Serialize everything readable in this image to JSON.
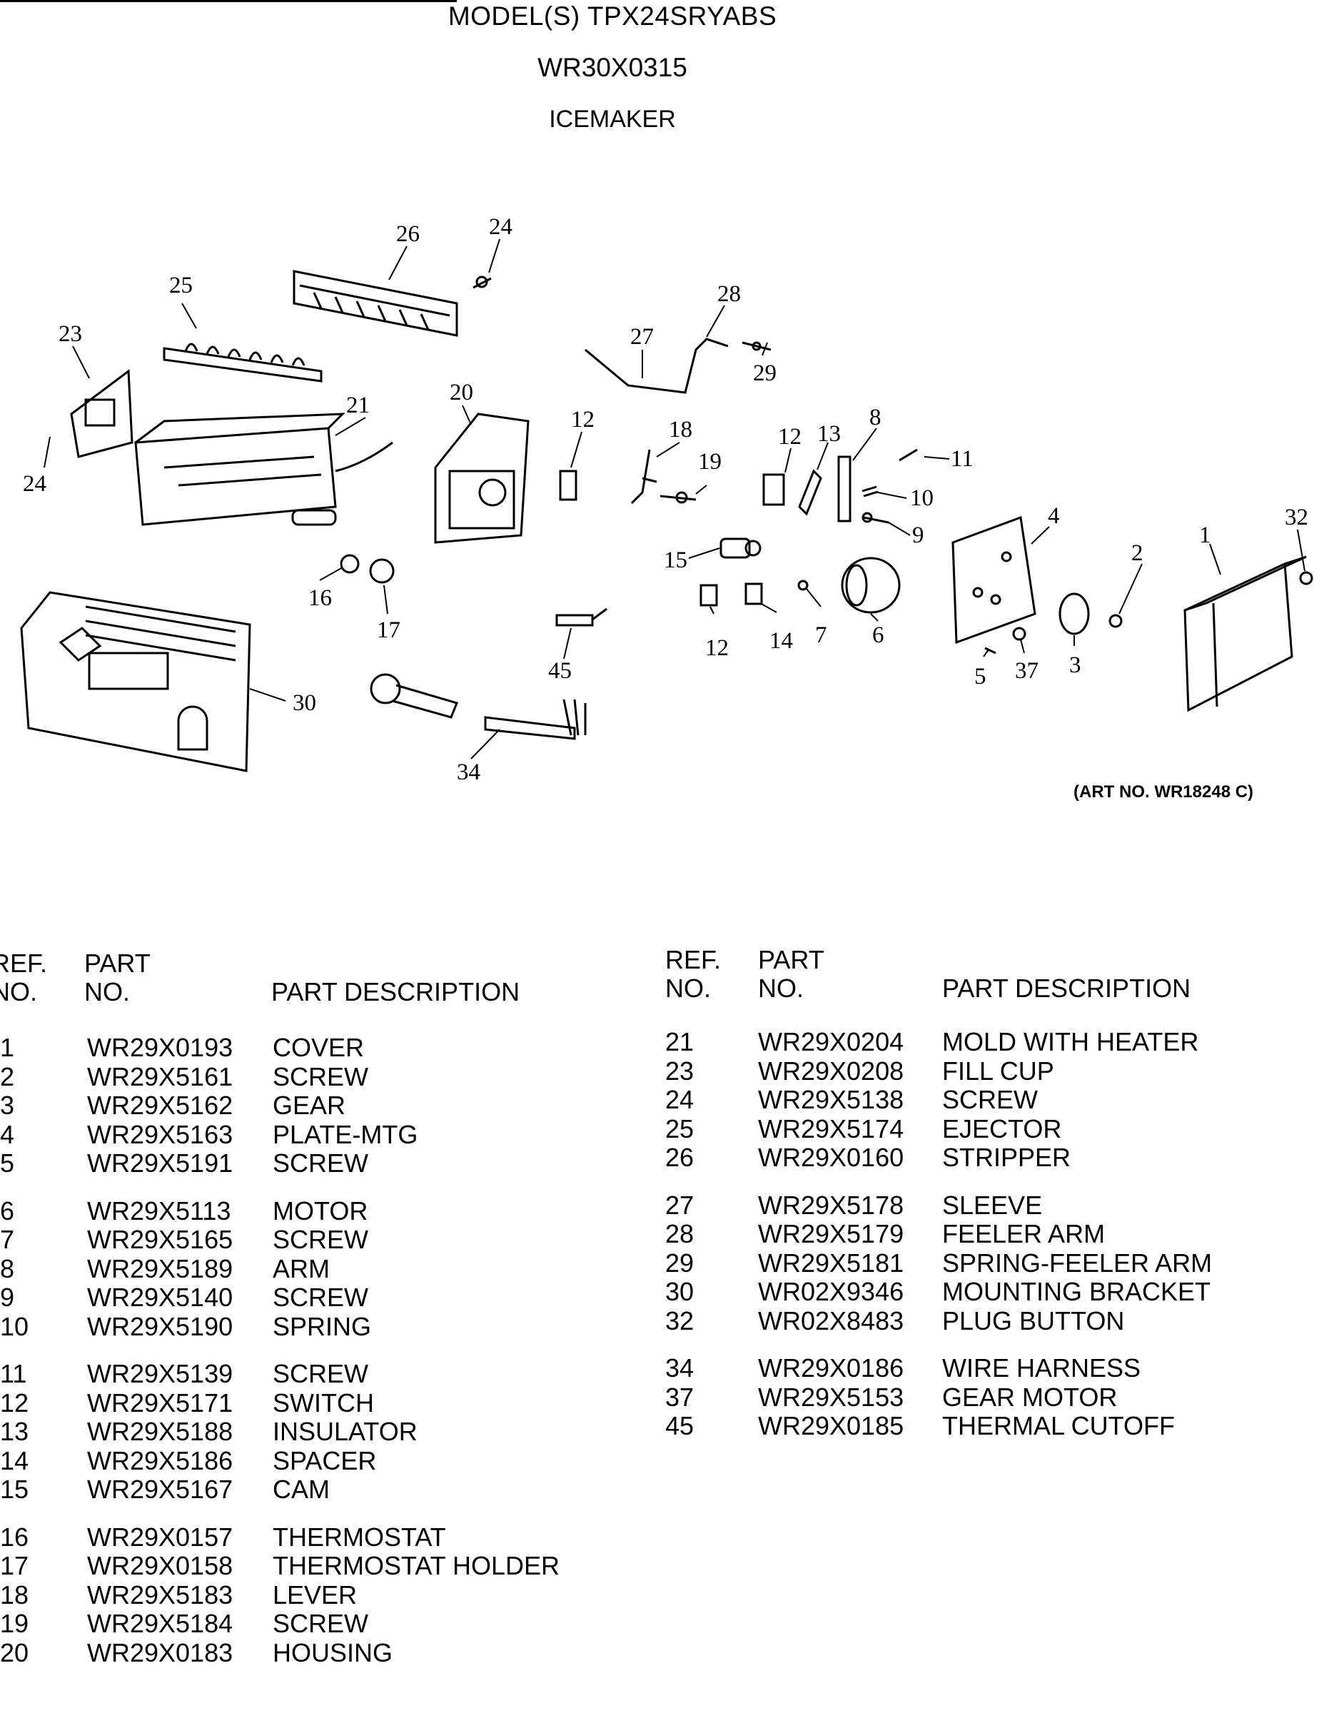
{
  "header": {
    "model": "MODEL(S)  TPX24SRYABS",
    "part_number": "WR30X0315",
    "section": "ICEMAKER"
  },
  "art_number": "(ART NO. WR18248 C)",
  "callouts": [
    "26",
    "24",
    "25",
    "28",
    "23",
    "27",
    "29",
    "21",
    "20",
    "12",
    "18",
    "12",
    "13",
    "8",
    "11",
    "24",
    "19",
    "10",
    "9",
    "32",
    "4",
    "1",
    "15",
    "2",
    "16",
    "17",
    "12",
    "14",
    "7",
    "6",
    "5",
    "37",
    "3",
    "45",
    "30",
    "34"
  ],
  "table_headers": {
    "ref_line1": "REF.",
    "ref_line2": "NO.",
    "part_line1": "PART",
    "part_line2": "NO.",
    "desc": "PART DESCRIPTION"
  },
  "left_parts": [
    {
      "ref": "1",
      "part": "WR29X0193",
      "desc": "COVER"
    },
    {
      "ref": "2",
      "part": "WR29X5161",
      "desc": "SCREW"
    },
    {
      "ref": "3",
      "part": "WR29X5162",
      "desc": "GEAR"
    },
    {
      "ref": "4",
      "part": "WR29X5163",
      "desc": "PLATE-MTG"
    },
    {
      "ref": "5",
      "part": "WR29X5191",
      "desc": "SCREW"
    },
    {
      "ref": "6",
      "part": "WR29X5113",
      "desc": "MOTOR"
    },
    {
      "ref": "7",
      "part": "WR29X5165",
      "desc": "SCREW"
    },
    {
      "ref": "8",
      "part": "WR29X5189",
      "desc": "ARM"
    },
    {
      "ref": "9",
      "part": "WR29X5140",
      "desc": "SCREW"
    },
    {
      "ref": "10",
      "part": "WR29X5190",
      "desc": "SPRING"
    },
    {
      "ref": "11",
      "part": "WR29X5139",
      "desc": "SCREW"
    },
    {
      "ref": "12",
      "part": "WR29X5171",
      "desc": "SWITCH"
    },
    {
      "ref": "13",
      "part": "WR29X5188",
      "desc": "INSULATOR"
    },
    {
      "ref": "14",
      "part": "WR29X5186",
      "desc": "SPACER"
    },
    {
      "ref": "15",
      "part": "WR29X5167",
      "desc": "CAM"
    },
    {
      "ref": "16",
      "part": "WR29X0157",
      "desc": "THERMOSTAT"
    },
    {
      "ref": "17",
      "part": "WR29X0158",
      "desc": "THERMOSTAT HOLDER"
    },
    {
      "ref": "18",
      "part": "WR29X5183",
      "desc": "LEVER"
    },
    {
      "ref": "19",
      "part": "WR29X5184",
      "desc": "SCREW"
    },
    {
      "ref": "20",
      "part": "WR29X0183",
      "desc": "HOUSING"
    }
  ],
  "right_parts": [
    {
      "ref": "21",
      "part": "WR29X0204",
      "desc": "MOLD WITH HEATER"
    },
    {
      "ref": "23",
      "part": "WR29X0208",
      "desc": "FILL CUP"
    },
    {
      "ref": "24",
      "part": "WR29X5138",
      "desc": "SCREW"
    },
    {
      "ref": "25",
      "part": "WR29X5174",
      "desc": "EJECTOR"
    },
    {
      "ref": "26",
      "part": "WR29X0160",
      "desc": "STRIPPER"
    },
    {
      "ref": "27",
      "part": "WR29X5178",
      "desc": "SLEEVE"
    },
    {
      "ref": "28",
      "part": "WR29X5179",
      "desc": "FEELER ARM"
    },
    {
      "ref": "29",
      "part": "WR29X5181",
      "desc": "SPRING-FEELER ARM"
    },
    {
      "ref": "30",
      "part": "WR02X9346",
      "desc": "MOUNTING BRACKET"
    },
    {
      "ref": "32",
      "part": "WR02X8483",
      "desc": "PLUG BUTTON"
    },
    {
      "ref": "34",
      "part": "WR29X0186",
      "desc": "WIRE HARNESS"
    },
    {
      "ref": "37",
      "part": "WR29X5153",
      "desc": "GEAR MOTOR"
    },
    {
      "ref": "45",
      "part": "WR29X0185",
      "desc": "THERMAL CUTOFF"
    }
  ]
}
